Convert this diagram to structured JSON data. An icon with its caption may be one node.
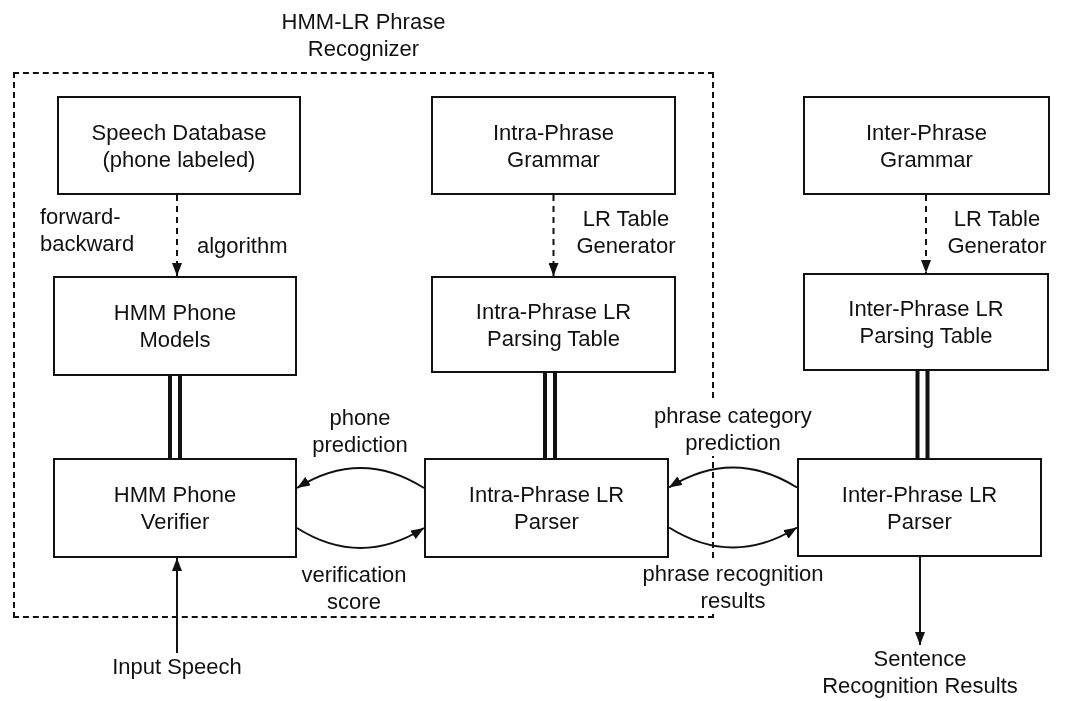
{
  "diagram": {
    "nodes": [
      {
        "text": [
          "HMM-LR Phrase Recognizer"
        ]
      },
      {
        "text": [
          "Speech Database (phone labeled)"
        ],
        "in": 0
      },
      {
        "text": [
          "Intra-Phrase Grammar"
        ],
        "in": 0
      },
      {
        "text": [
          "Inter-Phrase Grammar"
        ]
      },
      {
        "text": [
          "HMM Phone Models"
        ],
        "in": 0
      },
      {
        "text": [
          "Intra-Phrase LR Parsing Table"
        ],
        "in": 0
      },
      {
        "text": [
          "Inter-Phrase LR Parsing Table"
        ]
      },
      {
        "text": [
          "HMM Phone Verifier"
        ],
        "in": 0
      },
      {
        "text": [
          "Intra-Phrase LR Parser"
        ],
        "in": 0
      },
      {
        "text": [
          "Inter-Phrase LR Parser"
        ]
      },
      {
        "text": [
          "Input Speech"
        ]
      },
      {
        "text": [
          "Sentence Recognition Results"
        ]
      }
    ],
    "edges": [
      {
        "from": 1,
        "to": 4,
        "arrow": "to",
        "style": "dashed",
        "label": "forward- backward"
      },
      {
        "from": 2,
        "to": 5,
        "arrow": "to",
        "style": "dashed",
        "label": "LR Table Generator"
      },
      {
        "from": 3,
        "to": 6,
        "arrow": "to",
        "style": "dashed",
        "label": "LR Table Generator"
      },
      {
        "from": 4,
        "to": 7,
        "arrow": "none",
        "style": "thick"
      },
      {
        "from": 5,
        "to": 8,
        "arrow": "none",
        "style": "thick"
      },
      {
        "from": 6,
        "to": 9,
        "arrow": "none",
        "style": "thick"
      },
      {
        "from": 8,
        "to": 7,
        "arrow": "to",
        "label": "phone prediction"
      },
      {
        "from": 7,
        "to": 8,
        "arrow": "to",
        "label": "verification score"
      },
      {
        "from": 9,
        "to": 8,
        "arrow": "to",
        "label": "phrase category prediction"
      },
      {
        "from": 8,
        "to": 9,
        "arrow": "to",
        "label": "phrase recognition results"
      },
      {
        "from": 10,
        "to": 7,
        "arrow": "to"
      },
      {
        "from": 9,
        "to": 11,
        "arrow": "to"
      }
    ],
    "labels": [
      "algorithm"
    ]
  }
}
